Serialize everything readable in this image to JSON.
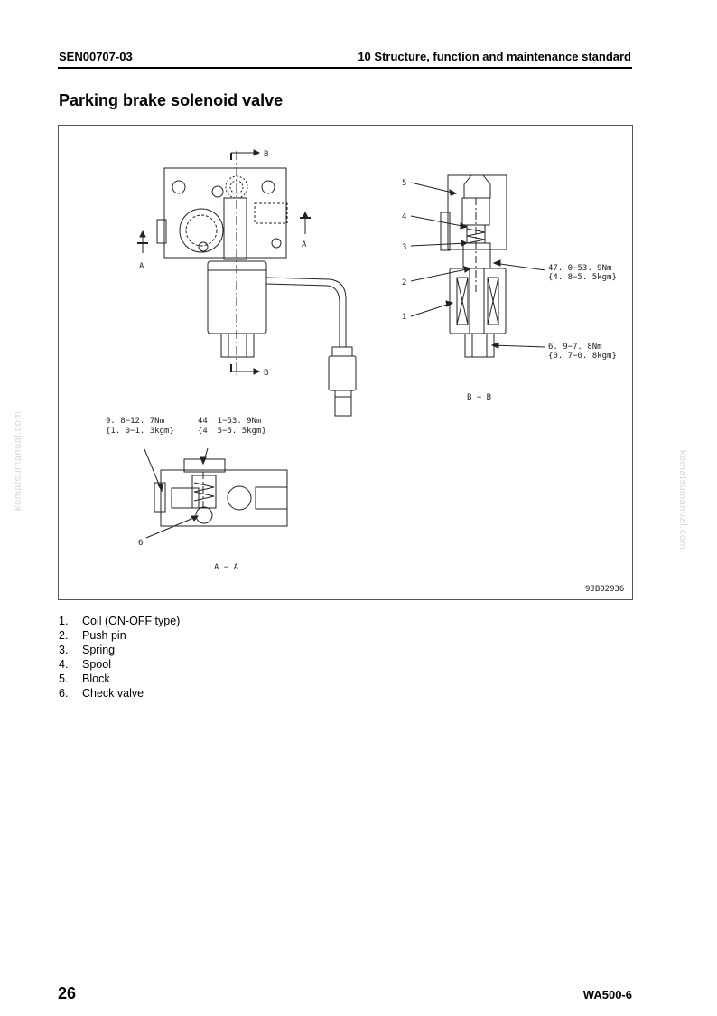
{
  "header": {
    "doc_code": "SEN00707-03",
    "section": "10 Structure, function and maintenance standard"
  },
  "title": "Parking brake solenoid valve",
  "figure": {
    "section_labels": {
      "b_top": "B",
      "b_bottom": "B",
      "a_left": "A",
      "a_right": "A",
      "bb_caption": "B − B",
      "aa_caption": "A − A"
    },
    "callouts": {
      "n1": "1",
      "n2": "2",
      "n3": "3",
      "n4": "4",
      "n5": "5",
      "n6": "6"
    },
    "torques": {
      "t1_line1": "47. 0−53. 9Nm",
      "t1_line2": "{4. 8−5. 5kgm}",
      "t2_line1": "6. 9−7. 8Nm",
      "t2_line2": "{0. 7−0. 8kgm}",
      "t3_line1": "9. 8−12. 7Nm",
      "t3_line2": "{1. 0−1. 3kgm}",
      "t4_line1": "44. 1−53. 9Nm",
      "t4_line2": "{4. 5−5. 5kgm}"
    },
    "figure_id": "9JB02936"
  },
  "parts": [
    {
      "num": "1.",
      "label": "Coil (ON-OFF type)"
    },
    {
      "num": "2.",
      "label": "Push pin"
    },
    {
      "num": "3.",
      "label": "Spring"
    },
    {
      "num": "4.",
      "label": "Spool"
    },
    {
      "num": "5.",
      "label": "Block"
    },
    {
      "num": "6.",
      "label": "Check valve"
    }
  ],
  "footer": {
    "page": "26",
    "model": "WA500-6"
  },
  "watermark": "komatsumanual.com"
}
